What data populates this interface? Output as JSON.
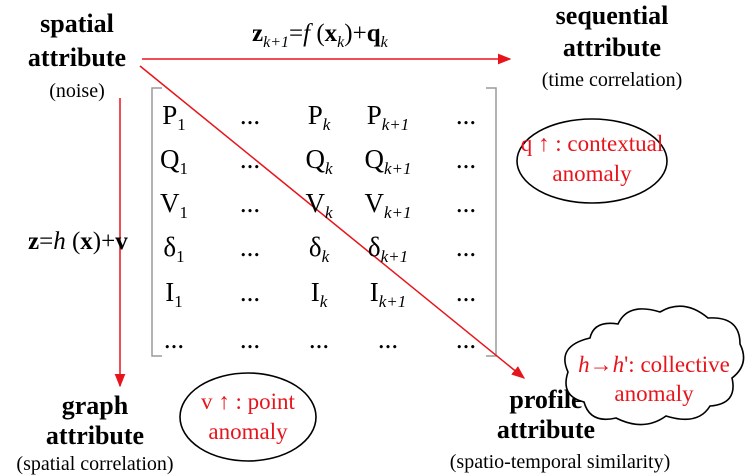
{
  "nodes": {
    "spatial": {
      "line1": "spatial",
      "line2": "attribute",
      "note": "(noise)"
    },
    "sequential": {
      "line1": "sequential",
      "line2": "attribute",
      "note": "(time correlation)"
    },
    "graph": {
      "line1": "graph",
      "line2": "attribute",
      "note": "(spatial correlation)"
    },
    "profile": {
      "line1": "profile",
      "line2": "attribute",
      "note": "(spatio-temporal similarity)"
    }
  },
  "equations": {
    "state": {
      "lhs": "z",
      "lhs_sub": "k+1",
      "eq": "=",
      "fn": "f",
      "open": " (",
      "arg": "x",
      "arg_sub": "k",
      "close": ")+",
      "noise": "q",
      "noise_sub": "k"
    },
    "measure": {
      "lhs": "z",
      "eq": "=",
      "fn": "h",
      "mid": " (",
      "arg": "x",
      "close": ")+",
      "noise": "v"
    }
  },
  "matrix": {
    "rows": [
      [
        {
          "b": "P",
          "s": "1"
        },
        {
          "b": "...",
          "s": ""
        },
        {
          "b": "P",
          "s": "k",
          "i": true
        },
        {
          "b": "P",
          "s": "k+1",
          "i": true
        },
        {
          "b": "...",
          "s": ""
        }
      ],
      [
        {
          "b": "Q",
          "s": "1"
        },
        {
          "b": "...",
          "s": ""
        },
        {
          "b": "Q",
          "s": "k",
          "i": true
        },
        {
          "b": "Q",
          "s": "k+1",
          "i": true
        },
        {
          "b": "...",
          "s": ""
        }
      ],
      [
        {
          "b": "V",
          "s": "1"
        },
        {
          "b": "...",
          "s": ""
        },
        {
          "b": "V",
          "s": "k",
          "i": true
        },
        {
          "b": "V",
          "s": "k+1",
          "i": true
        },
        {
          "b": "...",
          "s": ""
        }
      ],
      [
        {
          "b": "δ",
          "s": "1"
        },
        {
          "b": "...",
          "s": ""
        },
        {
          "b": "δ",
          "s": "k",
          "i": true
        },
        {
          "b": "δ",
          "s": "k+1",
          "i": true
        },
        {
          "b": "...",
          "s": ""
        }
      ],
      [
        {
          "b": "I",
          "s": "1"
        },
        {
          "b": "...",
          "s": ""
        },
        {
          "b": "I",
          "s": "k",
          "i": true
        },
        {
          "b": "I",
          "s": "k+1",
          "i": true
        },
        {
          "b": "...",
          "s": ""
        }
      ],
      [
        {
          "b": "...",
          "s": ""
        },
        {
          "b": "...",
          "s": ""
        },
        {
          "b": "...",
          "s": ""
        },
        {
          "b": "...",
          "s": ""
        },
        {
          "b": "...",
          "s": ""
        }
      ]
    ]
  },
  "anomalies": {
    "contextual": {
      "line1": "q ↑ : contextual",
      "line2": "anomaly"
    },
    "point": {
      "line1": "v ↑ : point",
      "line2": "anomaly"
    },
    "collective": {
      "h1": "h",
      "arrow": "→",
      "h2": "h",
      "rest": "': collective",
      "line2": "anomaly"
    }
  },
  "colors": {
    "accent": "#e8141b",
    "bracket": "#9a9a9a",
    "text": "#000000"
  }
}
